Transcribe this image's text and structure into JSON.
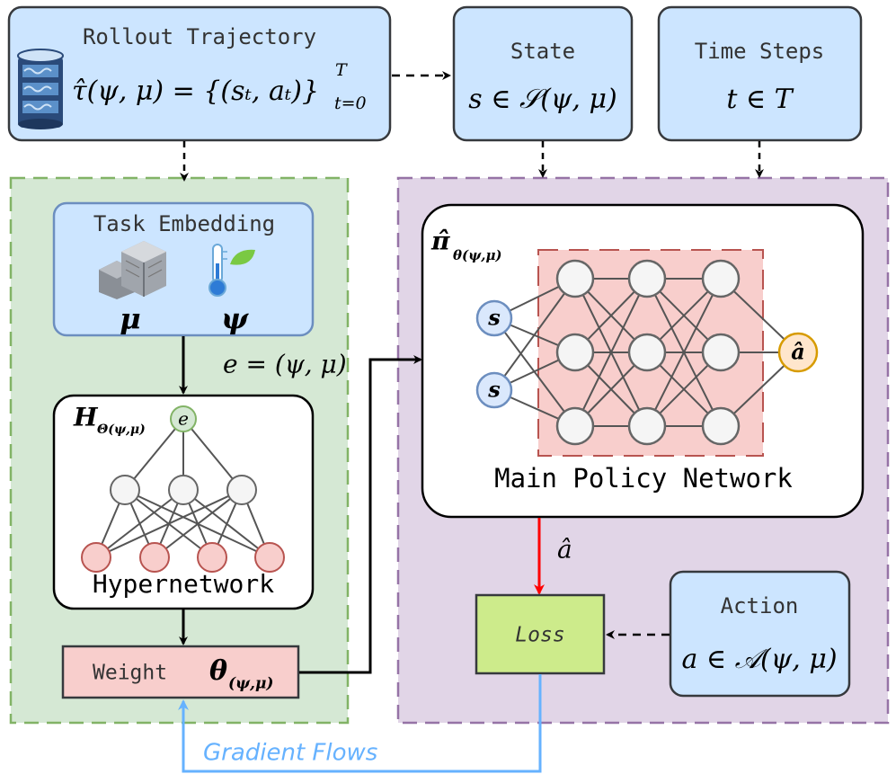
{
  "rollout": {
    "title": "Rollout Trajectory",
    "formula": "τ̂(ψ, μ) = {(sₜ, aₜ)}",
    "formula_sup": "T",
    "formula_sub": "t=0"
  },
  "state": {
    "title": "State",
    "formula": "s ∈ 𝒮(ψ, μ)"
  },
  "time_steps": {
    "title": "Time Steps",
    "formula": "t ∈ T"
  },
  "task_embedding": {
    "title": "Task Embedding",
    "mu_symbol": "μ",
    "psi_symbol": "ψ"
  },
  "embedding_label": "e = (ψ, μ)",
  "hypernetwork": {
    "label_main": "H",
    "label_sub": "Θ(ψ,μ)",
    "input_node": "e",
    "name": "Hypernetwork",
    "hidden_node_count": 3,
    "output_node_count": 4
  },
  "weight": {
    "label": "Weight",
    "symbol": "θ",
    "symbol_sub": "(ψ,μ)"
  },
  "policy": {
    "label_main": "π̂",
    "label_sub": "θ(ψ,μ)",
    "input_nodes": [
      "s",
      "s"
    ],
    "output_node": "â",
    "name": "Main Policy Network",
    "layers": 3,
    "nodes_per_layer": 3
  },
  "predicted_action_label": "â",
  "loss": {
    "label": "Loss"
  },
  "action": {
    "title": "Action",
    "formula": "a ∈ 𝒜(ψ, μ)"
  },
  "gradient_label": "Gradient Flows",
  "colors": {
    "blue_box": "#cce5ff",
    "blue_border": "#36393d",
    "green_region": "#d5e8d4",
    "green_border": "#82b366",
    "purple_region": "#e1d5e7",
    "purple_border": "#9673a6",
    "red_fill": "#f8cecc",
    "red_border": "#b85450",
    "loss_fill": "#cdeb8b",
    "gradient": "#66b2ff",
    "output_node": "#ffe6cc",
    "output_border": "#d79b00",
    "input_node_fill": "#dae8fc",
    "input_node_border": "#6c8ebf",
    "hidden_node": "#f5f5f5"
  }
}
